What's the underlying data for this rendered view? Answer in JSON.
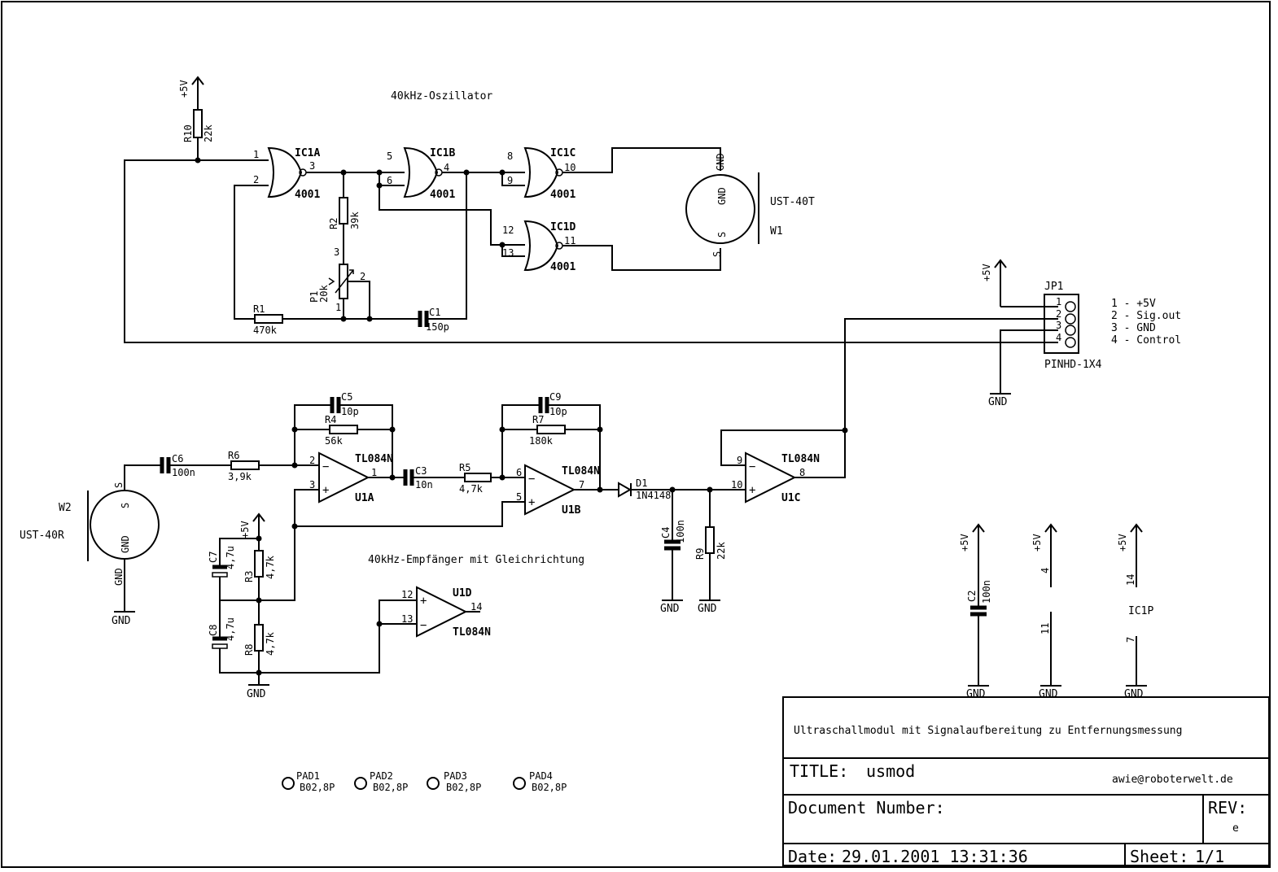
{
  "sections": {
    "oscillator": "40kHz-Oszillator",
    "receiver": "40kHz-Empfänger mit Gleichrichtung"
  },
  "power": {
    "vcc": "+5V",
    "gnd": "GND"
  },
  "oscillator": {
    "R10": {
      "name": "R10",
      "value": "22k"
    },
    "R2": {
      "name": "R2",
      "value": "39k"
    },
    "R1": {
      "name": "R1",
      "value": "470k"
    },
    "P1": {
      "name": "P1",
      "value": "20k"
    },
    "C1": {
      "name": "C1",
      "value": "150p"
    },
    "IC1A": {
      "name": "IC1A",
      "type": "4001",
      "pins": [
        "1",
        "2",
        "3"
      ]
    },
    "IC1B": {
      "name": "IC1B",
      "type": "4001",
      "pins": [
        "5",
        "6",
        "4"
      ]
    },
    "IC1C": {
      "name": "IC1C",
      "type": "4001",
      "pins": [
        "8",
        "9",
        "10"
      ]
    },
    "IC1D": {
      "name": "IC1D",
      "type": "4001",
      "pins": [
        "12",
        "13",
        "11"
      ]
    },
    "W1": {
      "name": "W1",
      "type": "UST-40T",
      "pin_a": "GND",
      "pin_b": "S"
    },
    "P1_pins": [
      "3",
      "2",
      "1"
    ]
  },
  "connector": {
    "name": "JP1",
    "type": "PINHD-1X4",
    "pins": [
      "1",
      "2",
      "3",
      "4"
    ],
    "legend": [
      "1 - +5V",
      "2 - Sig.out",
      "3 - GND",
      "4 - Control"
    ]
  },
  "receiver": {
    "W2": {
      "name": "W2",
      "type": "UST-40R",
      "pin_a": "S",
      "pin_b": "GND"
    },
    "C6": {
      "name": "C6",
      "value": "100n"
    },
    "R6": {
      "name": "R6",
      "value": "3,9k"
    },
    "C5": {
      "name": "C5",
      "value": "10p"
    },
    "R4": {
      "name": "R4",
      "value": "56k"
    },
    "U1A": {
      "name": "U1A",
      "type": "TL084N",
      "pins": [
        "2",
        "3",
        "1"
      ]
    },
    "C3": {
      "name": "C3",
      "value": "10n"
    },
    "R5": {
      "name": "R5",
      "value": "4,7k"
    },
    "C9": {
      "name": "C9",
      "value": "10p"
    },
    "R7": {
      "name": "R7",
      "value": "180k"
    },
    "U1B": {
      "name": "U1B",
      "type": "TL084N",
      "pins": [
        "6",
        "5",
        "7"
      ]
    },
    "D1": {
      "name": "D1",
      "type": "1N4148"
    },
    "C4": {
      "name": "C4",
      "value": "100n"
    },
    "R9": {
      "name": "R9",
      "value": "22k"
    },
    "U1C": {
      "name": "U1C",
      "type": "TL084N",
      "pins": [
        "9",
        "10",
        "8"
      ]
    },
    "U1D": {
      "name": "U1D",
      "type": "TL084N",
      "pins": [
        "12",
        "13",
        "14"
      ]
    },
    "C7": {
      "name": "C7",
      "value": "4,7u"
    },
    "C8": {
      "name": "C8",
      "value": "4,7u"
    },
    "R3": {
      "name": "R3",
      "value": "4,7k"
    },
    "R8": {
      "name": "R8",
      "value": "4,7k"
    }
  },
  "supply": {
    "C2": {
      "name": "C2",
      "value": "100n"
    },
    "U1P_pins": [
      "4",
      "11"
    ],
    "IC1P": {
      "name": "IC1P",
      "pins": [
        "14",
        "7"
      ]
    }
  },
  "pads": [
    {
      "name": "PAD1",
      "package": "B02,8P"
    },
    {
      "name": "PAD2",
      "package": "B02,8P"
    },
    {
      "name": "PAD3",
      "package": "B02,8P"
    },
    {
      "name": "PAD4",
      "package": "B02,8P"
    }
  ],
  "title_block": {
    "description": "Ultraschallmodul mit Signalaufbereitung zu Entfernungsmessung",
    "title_label": "TITLE:",
    "title": "usmod",
    "email": "awie@roboterwelt.de",
    "doc_label": "Document Number:",
    "rev_label": "REV:",
    "rev": "e",
    "date_label": "Date:",
    "date": "29.01.2001 13:31:36",
    "sheet_label": "Sheet:",
    "sheet": "1/1"
  }
}
